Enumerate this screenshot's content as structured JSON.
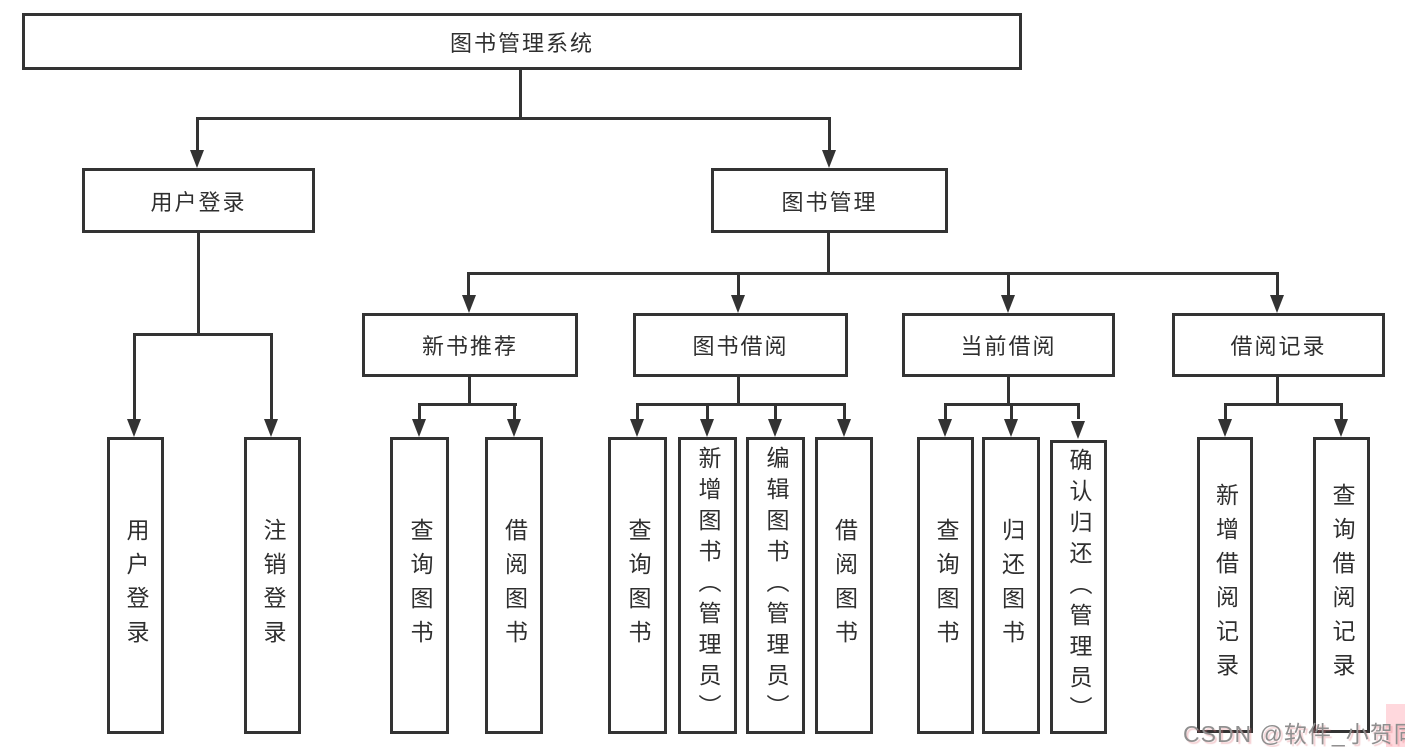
{
  "diagram": {
    "root": "图书管理系统",
    "level2": {
      "user_login": "用户登录",
      "book_mgmt": "图书管理"
    },
    "level3": {
      "new_book_rec": "新书推荐",
      "book_borrow": "图书借阅",
      "current_borrow": "当前借阅",
      "borrow_record": "借阅记录"
    },
    "level4": {
      "user_login": "用户登录",
      "logout": "注销登录",
      "rec_query_books": "查询图书",
      "rec_borrow_books": "借阅图书",
      "bb_query_books": "查询图书",
      "bb_add_books": "新增图书（管理员）",
      "bb_edit_books": "编辑图书（管理员）",
      "bb_borrow_books": "借阅图书",
      "cb_query_books": "查询图书",
      "cb_return_books": "归还图书",
      "cb_confirm_return": "确认归还（管理员）",
      "br_add_record": "新增借阅记录",
      "br_query_record": "查询借阅记录"
    }
  },
  "watermark": "CSDN @软件_小贺同学",
  "colors": {
    "line": "#333333",
    "text": "#2f2f2f",
    "watermark": "#8f8f8f"
  }
}
